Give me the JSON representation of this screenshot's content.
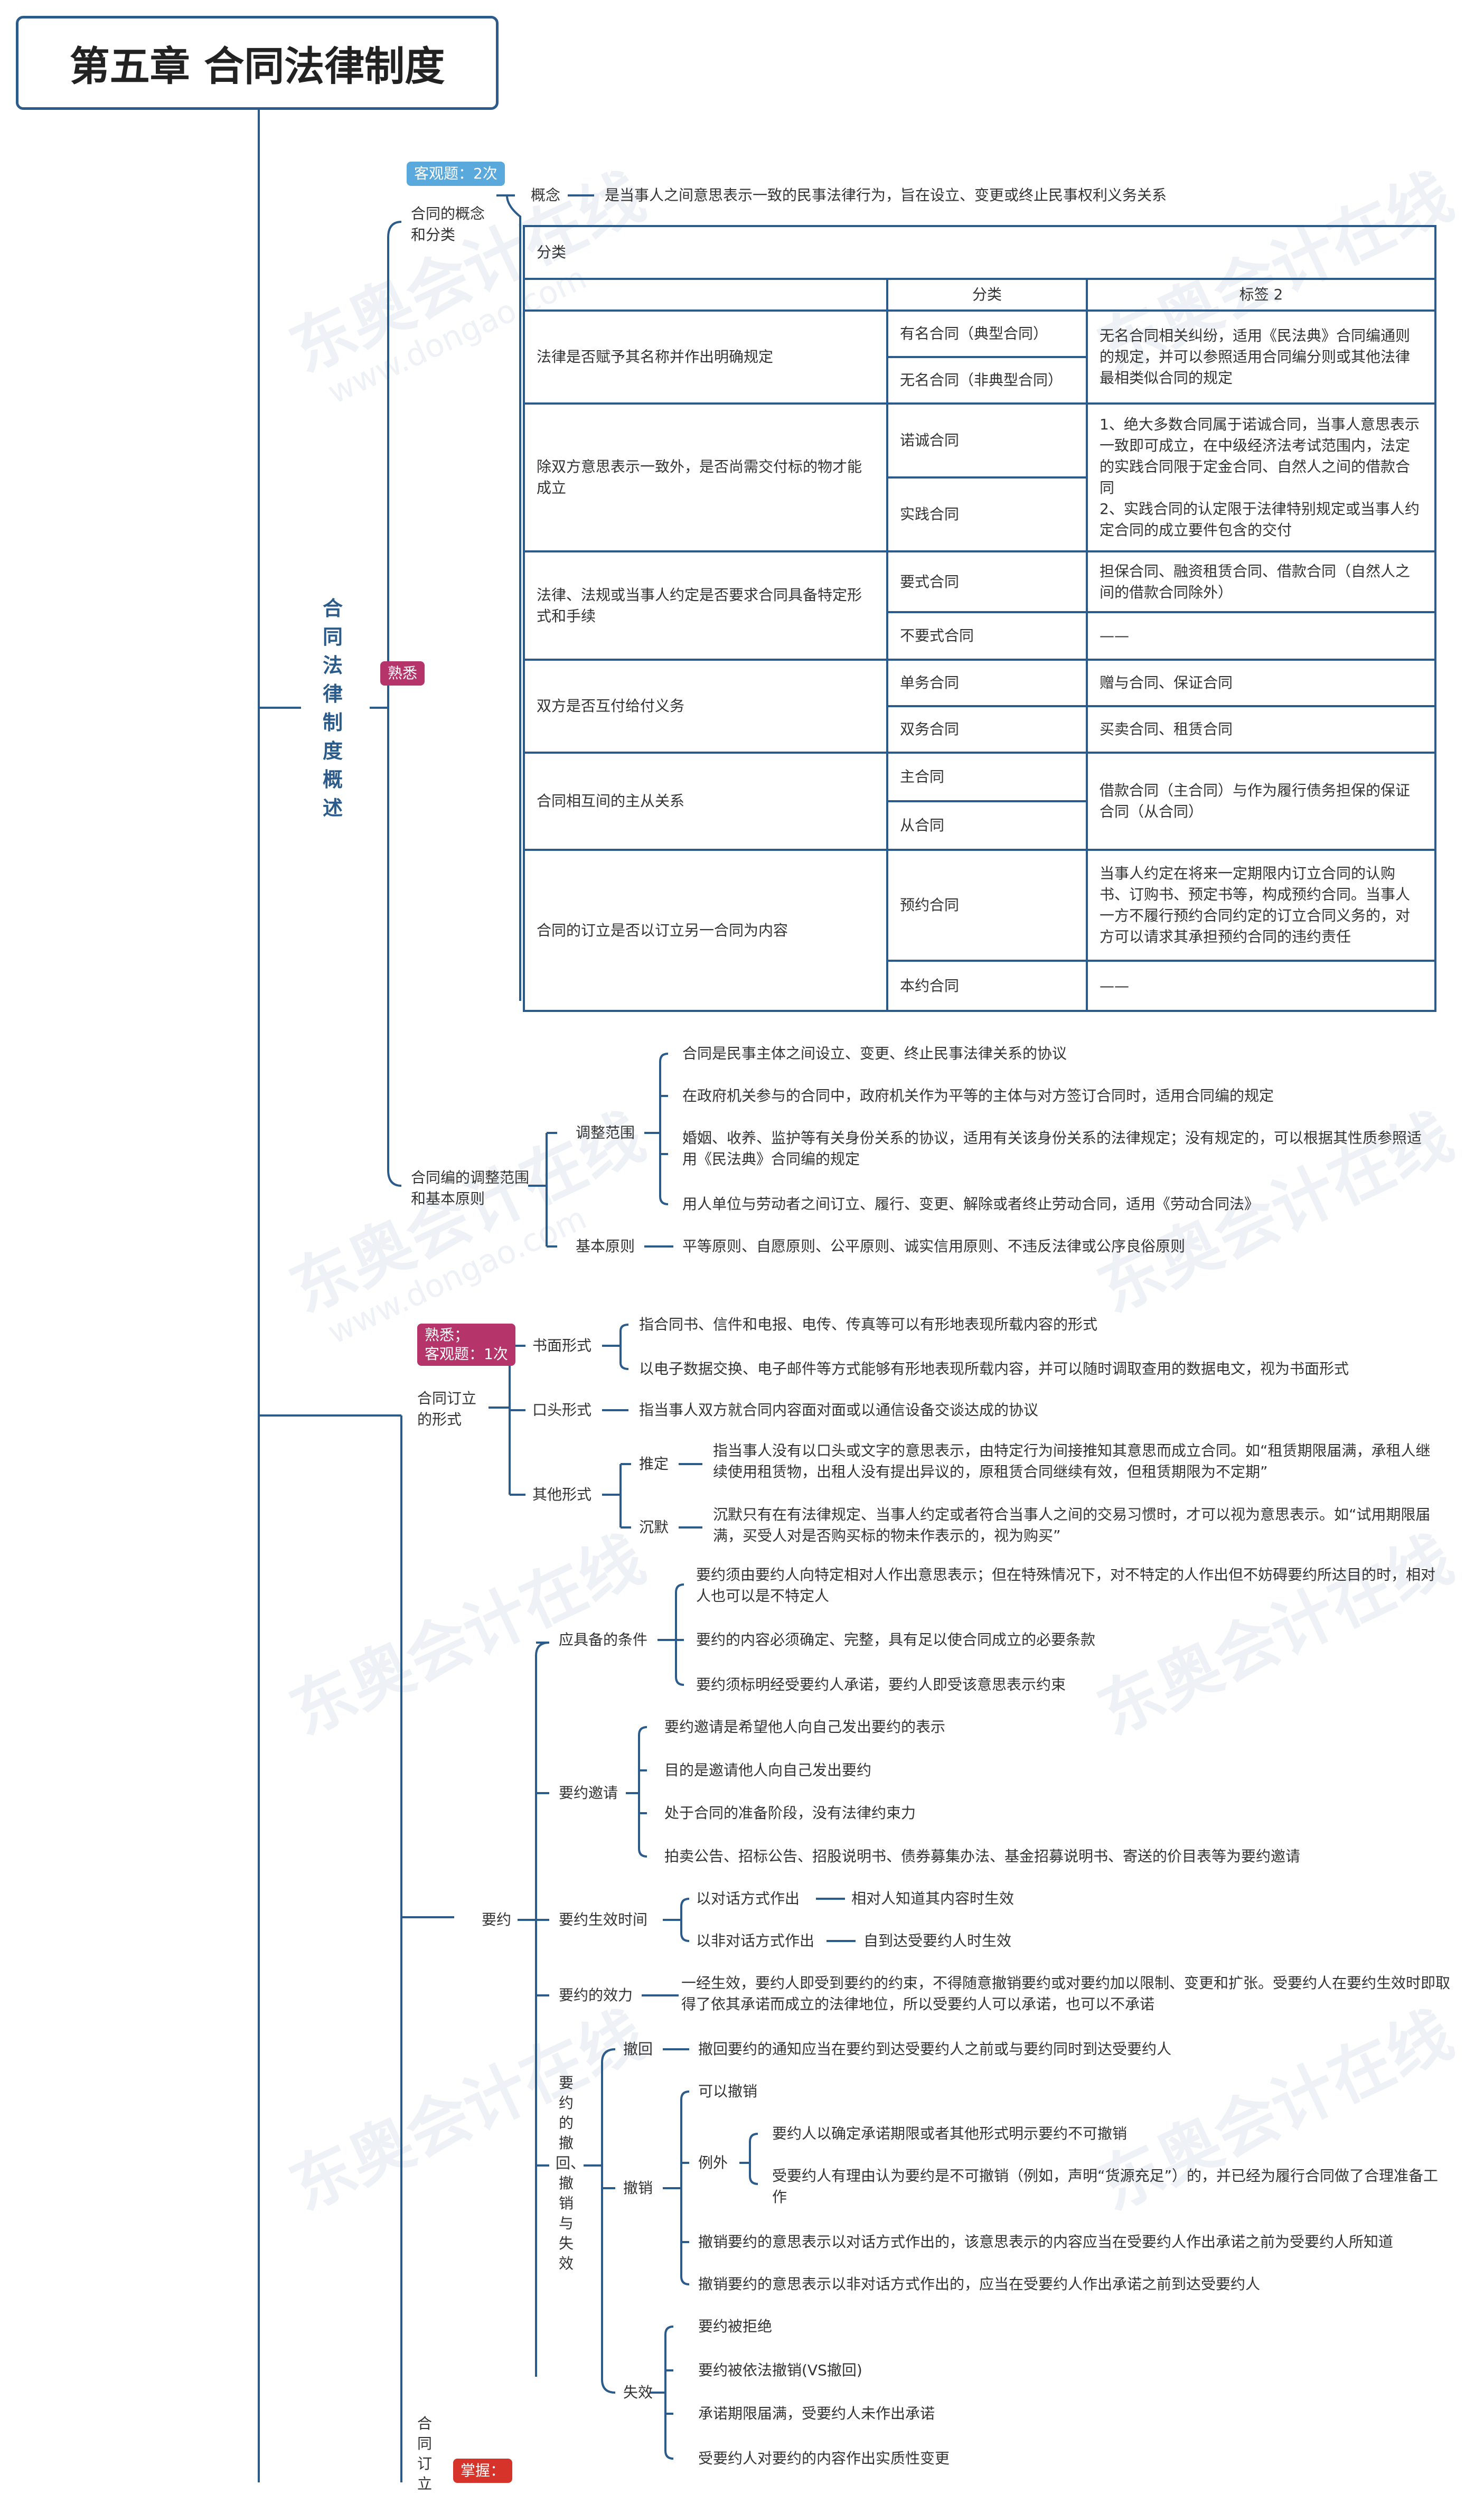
{
  "title": "第五章  合同法律制度",
  "topic1": "合同法律制度概述",
  "badges": {
    "objective": "客观题：2次",
    "familiar": "熟悉",
    "form_badge1": "熟悉；",
    "form_badge2": "客观题：1次",
    "bottom": "掌握："
  },
  "s_concept": {
    "label": "合同的概念和分类",
    "concept_label": "概念",
    "concept_text": "是当事人之间意思表示一致的民事法律行为，旨在设立、变更或终止民事权利义务关系"
  },
  "table": {
    "title": "分类",
    "headers": [
      "",
      "分类",
      "标签 2"
    ],
    "rows": [
      {
        "criterion": "法律是否赋予其名称并作出明确规定",
        "types": [
          "有名合同（典型合同）",
          "无名合同（非典型合同）"
        ],
        "note": "无名合同相关纠纷，适用《民法典》合同编通则的规定，并可以参照适用合同编分则或其他法律最相类似合同的规定"
      },
      {
        "criterion": "除双方意思表示一致外，是否尚需交付标的物才能成立",
        "types": [
          "诺诚合同",
          "实践合同"
        ],
        "note": "1、绝大多数合同属于诺诚合同，当事人意思表示一致即可成立，在中级经济法考试范围内，法定的实践合同限于定金合同、自然人之间的借款合同\n2、实践合同的认定限于法律特别规定或当事人约定合同的成立要件包含的交付"
      },
      {
        "criterion": "法律、法规或当事人约定是否要求合同具备特定形式和手续",
        "types": [
          "要式合同",
          "不要式合同"
        ],
        "notes": [
          "担保合同、融资租赁合同、借款合同（自然人之间的借款合同除外）",
          "——"
        ]
      },
      {
        "criterion": "双方是否互付给付义务",
        "types": [
          "单务合同",
          "双务合同"
        ],
        "notes": [
          "赠与合同、保证合同",
          "买卖合同、租赁合同"
        ]
      },
      {
        "criterion": "合同相互间的主从关系",
        "types": [
          "主合同",
          "从合同"
        ],
        "note": "借款合同（主合同）与作为履行债务担保的保证合同（从合同）"
      },
      {
        "criterion": "合同的订立是否以订立另一合同为内容",
        "types": [
          "预约合同",
          "本约合同"
        ],
        "notes": [
          "当事人约定在将来一定期限内订立合同的认购书、订购书、预定书等，构成预约合同。当事人一方不履行预约合同约定的订立合同义务的，对方可以请求其承担预约合同的违约责任",
          "——"
        ]
      }
    ]
  },
  "s_scope": {
    "label": "合同编的调整范围和基本原则",
    "scope_label": "调整范围",
    "scope_items": [
      "合同是民事主体之间设立、变更、终止民事法律关系的协议",
      "在政府机关参与的合同中，政府机关作为平等的主体与对方签订合同时，适用合同编的规定",
      "婚姻、收养、监护等有关身份关系的协议，适用有关该身份关系的法律规定；没有规定的，可以根据其性质参照适用《民法典》合同编的规定",
      "用人单位与劳动者之间订立、履行、变更、解除或者终止劳动合同，适用《劳动合同法》"
    ],
    "principle_label": "基本原则",
    "principle_text": "平等原则、自愿原则、公平原则、诚实信用原则、不违反法律或公序良俗原则"
  },
  "s_form": {
    "label": "合同订立的形式",
    "written_label": "书面形式",
    "written_items": [
      "指合同书、信件和电报、电传、传真等可以有形地表现所载内容的形式",
      "以电子数据交换、电子邮件等方式能够有形地表现所载内容，并可以随时调取查用的数据电文，视为书面形式"
    ],
    "oral_label": "口头形式",
    "oral_text": "指当事人双方就合同内容面对面或以通信设备交谈达成的协议",
    "other_label": "其他形式",
    "infer_label": "推定",
    "infer_text": "指当事人没有以口头或文字的意思表示，由特定行为间接推知其意思而成立合同。如“租赁期限届满，承租人继续使用租赁物，出租人没有提出异议的，原租赁合同继续有效，但租赁期限为不定期”",
    "silence_label": "沉默",
    "silence_text": "沉默只有在有法律规定、当事人约定或者符合当事人之间的交易习惯时，才可以视为意思表示。如“试用期限届满，买受人对是否购买标的物未作表示的，视为购买”"
  },
  "s_offer": {
    "label": "要约",
    "cond_label": "应具备的条件",
    "cond_items": [
      "要约须由要约人向特定相对人作出意思表示；但在特殊情况下，对不特定的人作出但不妨碍要约所达目的时，相对人也可以是不特定人",
      "要约的内容必须确定、完整，具有足以使合同成立的必要条款",
      "要约须标明经受要约人承诺，要约人即受该意思表示约束"
    ],
    "invite_label": "要约邀请",
    "invite_items": [
      "要约邀请是希望他人向自己发出要约的表示",
      "目的是邀请他人向自己发出要约",
      "处于合同的准备阶段，没有法律约束力",
      "拍卖公告、招标公告、招股说明书、债券募集办法、基金招募说明书、寄送的价目表等为要约邀请"
    ],
    "time_label": "要约生效时间",
    "time_a": "以对话方式作出",
    "time_a_text": "相对人知道其内容时生效",
    "time_b": "以非对话方式作出",
    "time_b_text": "自到达受要约人时生效",
    "effect_label": "要约的效力",
    "effect_text": "一经生效，要约人即受到要约的约束，不得随意撤销要约或对要约加以限制、变更和扩张。受要约人在要约生效时即取得了依其承诺而成立的法律地位，所以受要约人可以承诺，也可以不承诺",
    "rev_label": "要约的撤回、撤销与失效",
    "withdraw_label": "撤回",
    "withdraw_text": "撤回要约的通知应当在要约到达受要约人之前或与要约同时到达受要约人",
    "revoke_label": "撤销",
    "revoke_can": "可以撤销",
    "except_label": "例外",
    "except_items": [
      "要约人以确定承诺期限或者其他形式明示要约不可撤销",
      "受要约人有理由认为要约是不可撤销（例如，声明“货源充足”）的，并已经为履行合同做了合理准备工作"
    ],
    "revoke_a": "撤销要约的意思表示以对话方式作出的，该意思表示的内容应当在受要约人作出承诺之前为受要约人所知道",
    "revoke_b": "撤销要约的意思表示以非对话方式作出的，应当在受要约人作出承诺之前到达受要约人",
    "lapse_label": "失效",
    "lapse_items": [
      "要约被拒绝",
      "要约被依法撤销(VS撤回)",
      "承诺期限届满，受要约人未作出承诺",
      "受要约人对要约的内容作出实质性变更"
    ]
  },
  "s_bottom": {
    "label": "合同订立"
  },
  "watermark": {
    "cn": "东奥会计在线",
    "en": "www.dongao.com"
  }
}
